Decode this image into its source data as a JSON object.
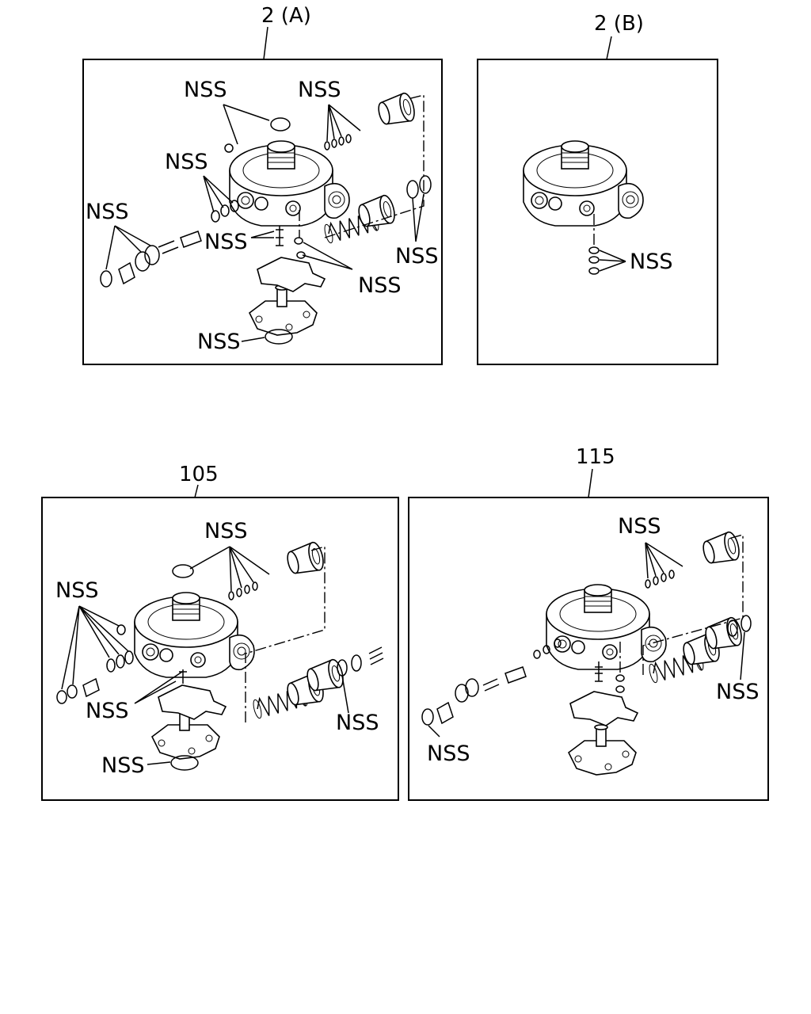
{
  "panels": [
    {
      "id": "2a",
      "title": "2 (A)",
      "labels": [
        "NSS",
        "NSS",
        "NSS",
        "NSS",
        "NSS",
        "NSS",
        "NSS",
        "NSS"
      ]
    },
    {
      "id": "2b",
      "title": "2 (B)",
      "labels": [
        "NSS"
      ]
    },
    {
      "id": "105",
      "title": "105",
      "labels": [
        "NSS",
        "NSS",
        "NSS",
        "NSS",
        "NSS"
      ]
    },
    {
      "id": "115",
      "title": "115",
      "labels": [
        "NSS",
        "NSS",
        "NSS"
      ]
    }
  ]
}
